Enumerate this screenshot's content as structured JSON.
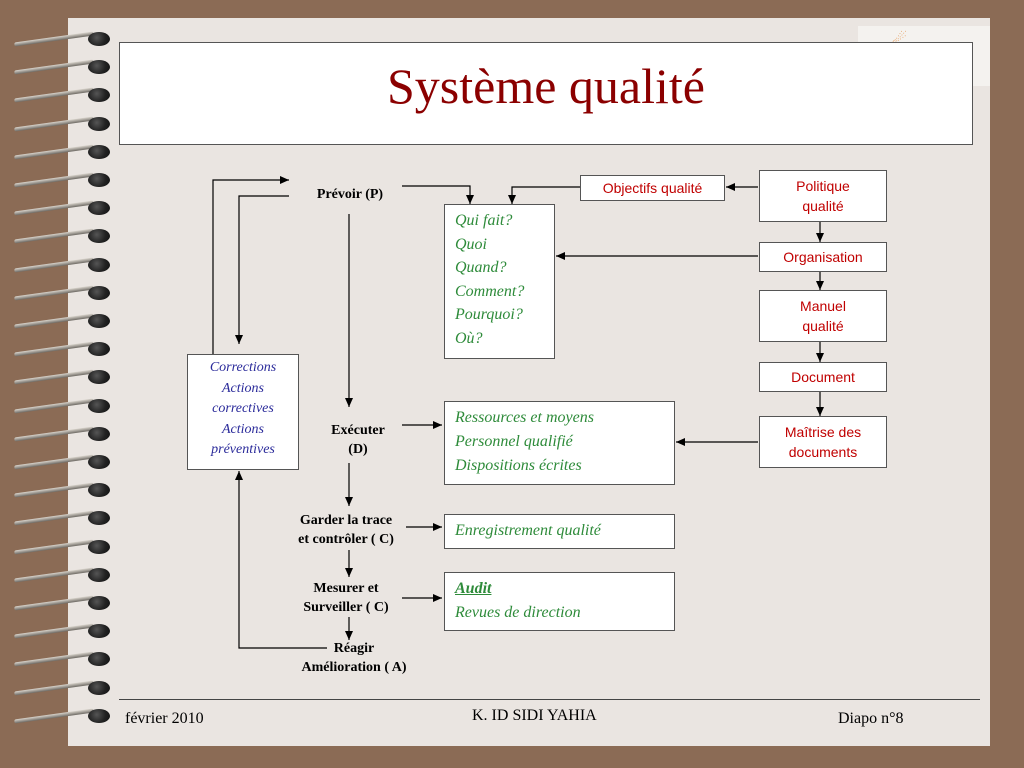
{
  "title": "Système qualité",
  "logo": {
    "glyph": "☄"
  },
  "left_flow": {
    "prevoir": "Prévoir (P)",
    "executer": [
      "Exécuter",
      "(D)"
    ],
    "garder": [
      "Garder la trace",
      "et contrôler ( C)"
    ],
    "mesurer": [
      "Mesurer et",
      "Surveiller ( C)"
    ],
    "reagir": [
      "Réagir",
      "Amélioration ( A)"
    ]
  },
  "corrections_box": [
    "Corrections",
    "Actions",
    "correctives",
    "Actions",
    "préventives"
  ],
  "questions_box": [
    "Qui fait?",
    "Quoi",
    "Quand?",
    "Comment?",
    "Pourquoi?",
    "Où?"
  ],
  "resources_box": [
    "Ressources et moyens",
    "Personnel qualifié",
    "Dispositions écrites"
  ],
  "enregistrement_box": "Enregistrement qualité",
  "audit_box": {
    "audit": "Audit",
    "revues": "Revues de direction"
  },
  "right_flow": {
    "objectifs": "Objectifs qualité",
    "politique": [
      "Politique",
      "qualité"
    ],
    "organisation": "Organisation",
    "manuel": [
      "Manuel",
      "qualité"
    ],
    "document": "Document",
    "maitrise": [
      "Maîtrise des",
      "documents"
    ]
  },
  "footer": {
    "date": "février 2010",
    "author": "K. ID SIDI YAHIA",
    "slide": "Diapo n°8"
  },
  "colors": {
    "title": "#8b0000",
    "green_text": "#2e8b3a",
    "red_text": "#c00000",
    "blue_text": "#2a2a9a"
  }
}
